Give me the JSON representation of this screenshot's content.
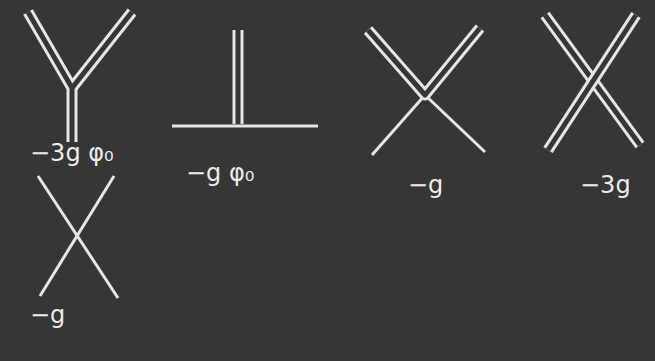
{
  "diagram": {
    "labels": [
      "−3g φ₀",
      "−g φ₀",
      "−g",
      "−3g",
      "−g"
    ]
  }
}
